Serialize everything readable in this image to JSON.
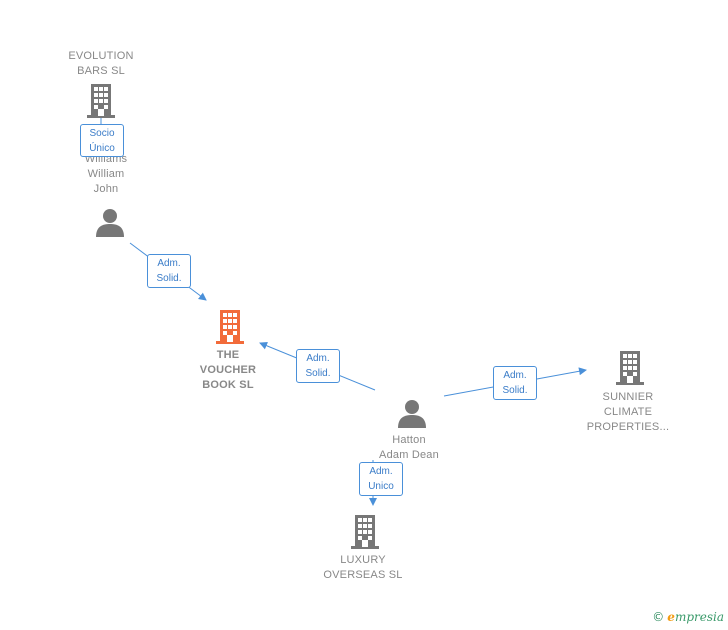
{
  "colors": {
    "edge": "#4a90d9",
    "node": "#777777",
    "focus_node": "#f26b3a"
  },
  "nodes": {
    "evolution": {
      "label": "EVOLUTION\nBARS  SL",
      "icon": "building-icon"
    },
    "williams": {
      "label": "Williams\nWilliam\nJohn",
      "icon": "person-icon"
    },
    "voucher": {
      "label": "THE\nVOUCHER\nBOOK  SL",
      "icon": "building-icon"
    },
    "hatton": {
      "label": "Hatton\nAdam Dean",
      "icon": "person-icon"
    },
    "sunnier": {
      "label": "SUNNIER\nCLIMATE\nPROPERTIES...",
      "icon": "building-icon"
    },
    "luxury": {
      "label": "LUXURY\nOVERSEAS  SL",
      "icon": "building-icon"
    }
  },
  "edges": {
    "socio": "Socio\nÚnico",
    "williams_voucher": "Adm.\nSolid.",
    "hatton_voucher": "Adm.\nSolid.",
    "hatton_sunnier": "Adm.\nSolid.",
    "hatton_luxury": "Adm.\nUnico"
  },
  "credit": {
    "symbol": "©",
    "brand_initial": "e",
    "brand_rest": "mpresia"
  }
}
